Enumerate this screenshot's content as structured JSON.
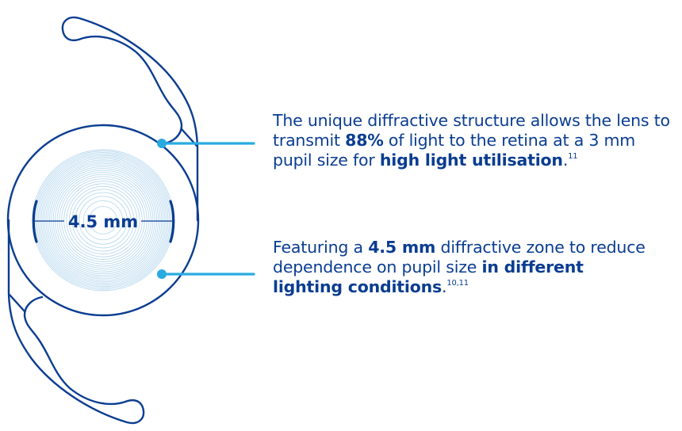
{
  "colors": {
    "outline": "#0a3d91",
    "accent": "#29abe2",
    "rings": "#b9d9ee",
    "text": "#0a3d91"
  },
  "lens": {
    "zone_label": "4.5 mm"
  },
  "callouts": [
    {
      "id": "light-utilisation",
      "parts": [
        {
          "text": "The unique diffractive structure allows the lens to transmit ",
          "bold": false
        },
        {
          "text": "88%",
          "bold": true
        },
        {
          "text": " of light to the retina at a 3 mm pupil size for ",
          "bold": false
        },
        {
          "text": "high light utilisation",
          "bold": true
        },
        {
          "text": ".",
          "bold": false
        }
      ],
      "reference": "11"
    },
    {
      "id": "diffractive-zone",
      "parts": [
        {
          "text": "Featuring a ",
          "bold": false
        },
        {
          "text": "4.5 mm",
          "bold": true
        },
        {
          "text": " diffractive zone to reduce dependence on pupil size ",
          "bold": false
        },
        {
          "text": "in different lighting conditions",
          "bold": true
        },
        {
          "text": ".",
          "bold": false
        }
      ],
      "reference": "10,11"
    }
  ]
}
